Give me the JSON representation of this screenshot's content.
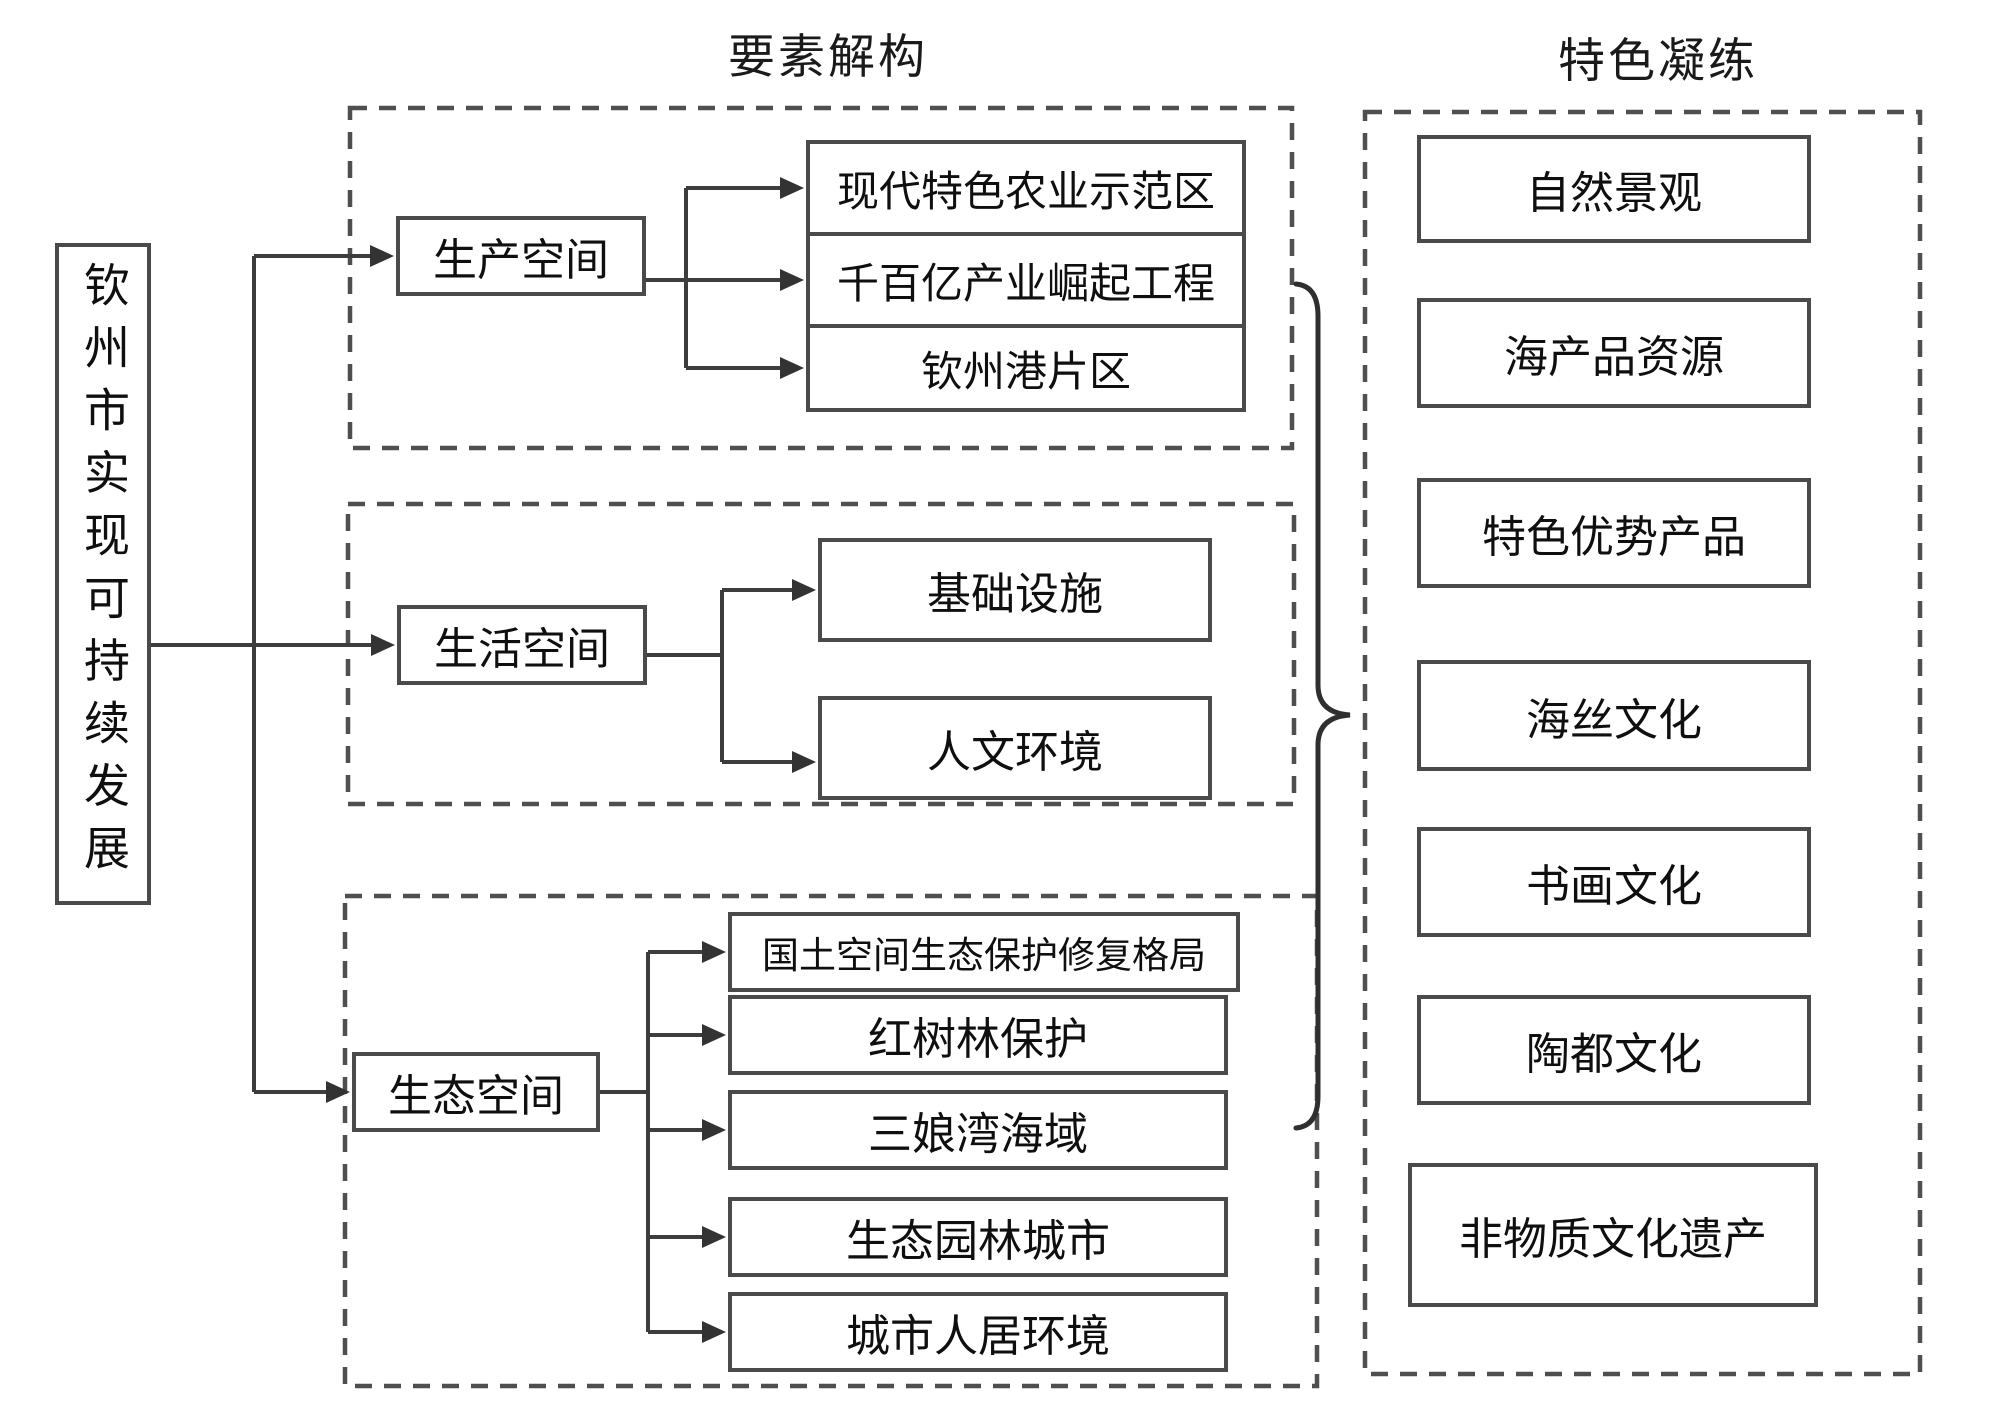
{
  "headers": {
    "deconstruction": "要素解构",
    "refinement": "特色凝练"
  },
  "root": {
    "label": "钦州市实现可持续发展"
  },
  "sections": [
    {
      "name": "production",
      "space": "生产空间",
      "items": [
        "现代特色农业示范区",
        "千百亿产业崛起工程",
        "钦州港片区"
      ]
    },
    {
      "name": "living",
      "space": "生活空间",
      "items": [
        "基础设施",
        "人文环境"
      ]
    },
    {
      "name": "ecological",
      "space": "生态空间",
      "items": [
        "国土空间生态保护修复格局",
        "红树林保护",
        "三娘湾海域",
        "生态园林城市",
        "城市人居环境"
      ]
    }
  ],
  "features": [
    "自然景观",
    "海产品资源",
    "特色优势产品",
    "海丝文化",
    "书画文化",
    "陶都文化",
    "非物质文化遗产"
  ],
  "colors": {
    "line": "#3d3d3d",
    "box_border": "#4a4a4a",
    "dashed_border": "#4f4f4f",
    "text": "#111111",
    "background": "#ffffff"
  }
}
